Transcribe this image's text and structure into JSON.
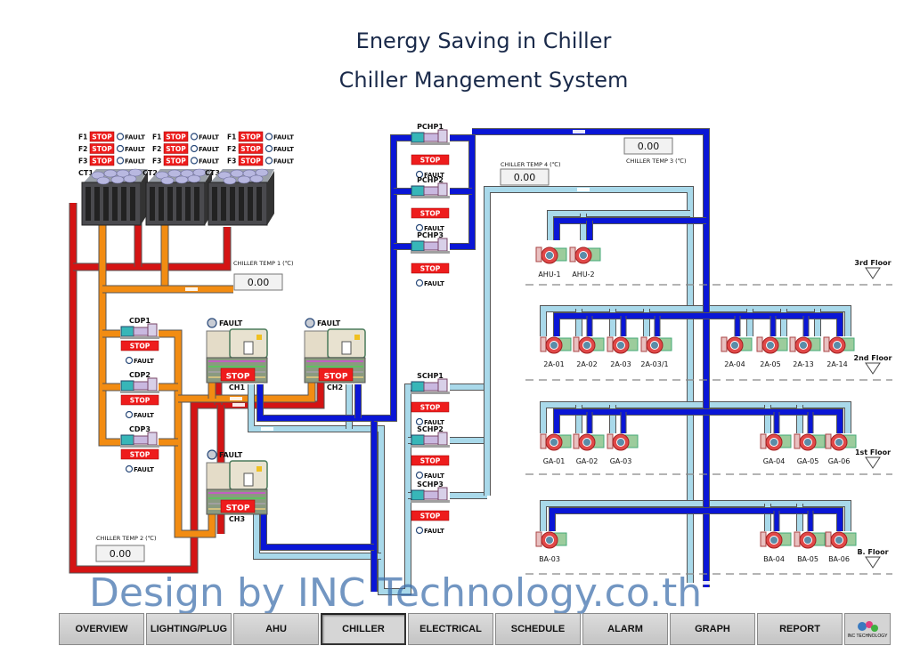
{
  "header": {
    "title": "Energy Saving in Chiller",
    "subtitle": "Chiller Mangement System"
  },
  "colors": {
    "condenser_supply": "#f28c12",
    "condenser_return": "#d41414",
    "chilled_primary": "#0a16d6",
    "chilled_secondary": "#a9d9ea",
    "stop": "#ee1c1c"
  },
  "status": {
    "stop": "STOP",
    "fault": "FAULT"
  },
  "cooling_towers": [
    {
      "name": "CT1",
      "fans": [
        "F1",
        "F2",
        "F3"
      ]
    },
    {
      "name": "CT2",
      "fans": [
        "F1",
        "F2",
        "F3"
      ]
    },
    {
      "name": "CT3",
      "fans": [
        "F1",
        "F2",
        "F3"
      ]
    }
  ],
  "condenser_pumps": [
    {
      "name": "CDP1"
    },
    {
      "name": "CDP2"
    },
    {
      "name": "CDP3"
    }
  ],
  "chillers": [
    {
      "name": "CH1"
    },
    {
      "name": "CH2"
    },
    {
      "name": "CH3"
    }
  ],
  "primary_pumps": [
    {
      "name": "PCHP1"
    },
    {
      "name": "PCHP2"
    },
    {
      "name": "PCHP3"
    }
  ],
  "secondary_pumps": [
    {
      "name": "SCHP1"
    },
    {
      "name": "SCHP2"
    },
    {
      "name": "SCHP3"
    }
  ],
  "temps": [
    {
      "label": "CHILLER TEMP 1 (℃)",
      "value": "0.00"
    },
    {
      "label": "CHILLER TEMP 2 (℃)",
      "value": "0.00"
    },
    {
      "label": "CHILLER TEMP 3 (℃)",
      "value": "0.00"
    },
    {
      "label": "CHILLER TEMP 4 (℃)",
      "value": "0.00"
    }
  ],
  "floors": [
    {
      "label": "3rd Floor",
      "units": [
        "AHU-1",
        "AHU-2"
      ]
    },
    {
      "label": "2nd Floor",
      "units": [
        "2A-01",
        "2A-02",
        "2A-03",
        "2A-03/1",
        "2A-04",
        "2A-05",
        "2A-13",
        "2A-14"
      ]
    },
    {
      "label": "1st Floor",
      "units": [
        "GA-01",
        "GA-02",
        "GA-03",
        "GA-04",
        "GA-05",
        "GA-06"
      ]
    },
    {
      "label": "B. Floor",
      "units": [
        "BA-03",
        "BA-04",
        "BA-05",
        "BA-06"
      ]
    }
  ],
  "nav": {
    "items": [
      "OVERVIEW",
      "LIGHTING/PLUG",
      "AHU",
      "CHILLER",
      "ELECTRICAL",
      "SCHEDULE",
      "ALARM",
      "GRAPH",
      "REPORT"
    ],
    "active": "CHILLER",
    "logo_text": "INC TECHNOLOGY"
  },
  "watermark": "Design by INC Technology.co.th"
}
